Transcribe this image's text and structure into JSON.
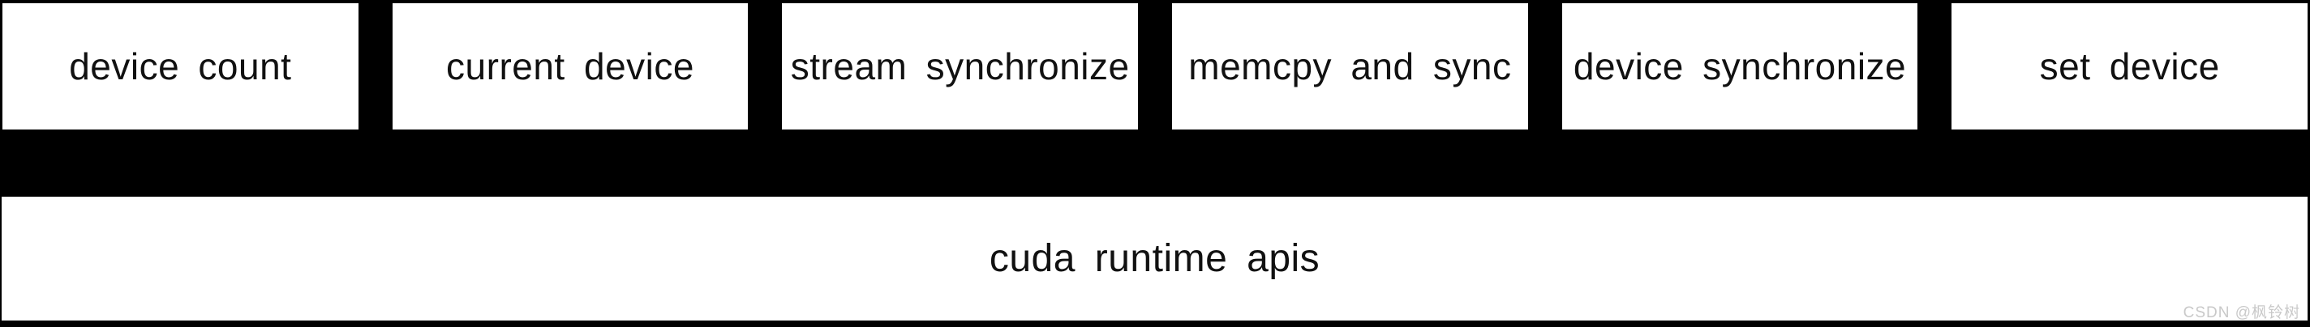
{
  "colors": {
    "background": "#000000",
    "box_fill": "#ffffff",
    "box_text": "#111111",
    "watermark": "#c9c9c9"
  },
  "diagram": {
    "top_boxes": [
      "device count",
      "current device",
      "stream synchronize",
      "memcpy and sync",
      "device synchronize",
      "set device"
    ],
    "bottom_box_label": "cuda runtime apis",
    "watermark_text": "CSDN @枫铃树"
  }
}
